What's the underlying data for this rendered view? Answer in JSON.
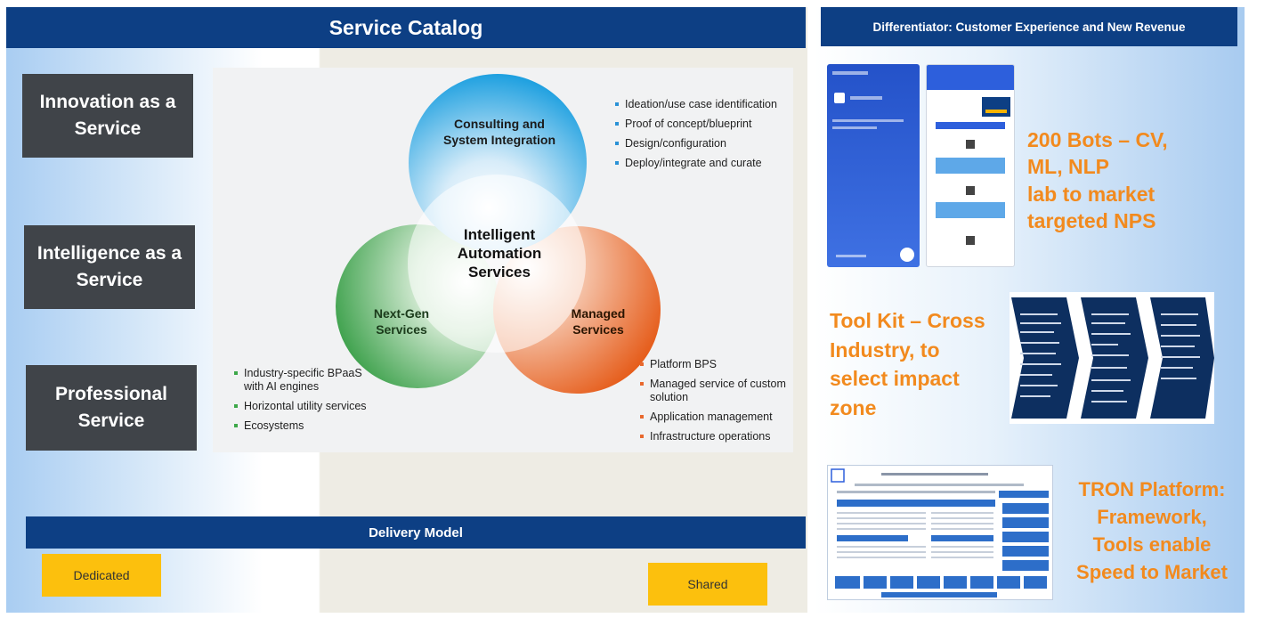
{
  "service_catalog": {
    "title": "Service Catalog",
    "offerings": [
      "Innovation as a Service",
      "Intelligence as a Service",
      "Professional Service"
    ]
  },
  "venn": {
    "center": [
      "Intelligent",
      "Automation",
      "Services"
    ],
    "consulting": {
      "label": [
        "Consulting and",
        "System Integration"
      ],
      "bullets": [
        "Ideation/use case identification",
        "Proof of concept/blueprint",
        "Design/configuration",
        "Deploy/integrate and curate"
      ]
    },
    "managed": {
      "label": [
        "Managed",
        "Services"
      ],
      "bullets": [
        "Platform BPS",
        "Managed service of custom solution",
        "Application management",
        "Infrastructure operations"
      ]
    },
    "nextgen": {
      "label": [
        "Next-Gen",
        "Services"
      ],
      "bullets": [
        "Industry-specific BPaaS with AI engines",
        "Horizontal utility services",
        "Ecosystems"
      ]
    },
    "colors": {
      "consulting": "#1ea0e0",
      "managed": "#e55a17",
      "nextgen": "#2f9a3f"
    }
  },
  "delivery": {
    "title": "Delivery Model",
    "dedicated": "Dedicated",
    "shared": "Shared"
  },
  "differentiator": {
    "title": "Differentiator: Customer Experience and New Revenue",
    "bots": [
      "200 Bots – CV,",
      "ML, NLP",
      "lab to market",
      "targeted NPS"
    ],
    "toolkit": [
      "Tool Kit – Cross",
      "Industry, to",
      "select impact",
      "zone"
    ],
    "tron": [
      "TRON Platform:",
      "Framework,",
      "Tools enable",
      "Speed to Market"
    ],
    "accent": "#f28a1e"
  }
}
